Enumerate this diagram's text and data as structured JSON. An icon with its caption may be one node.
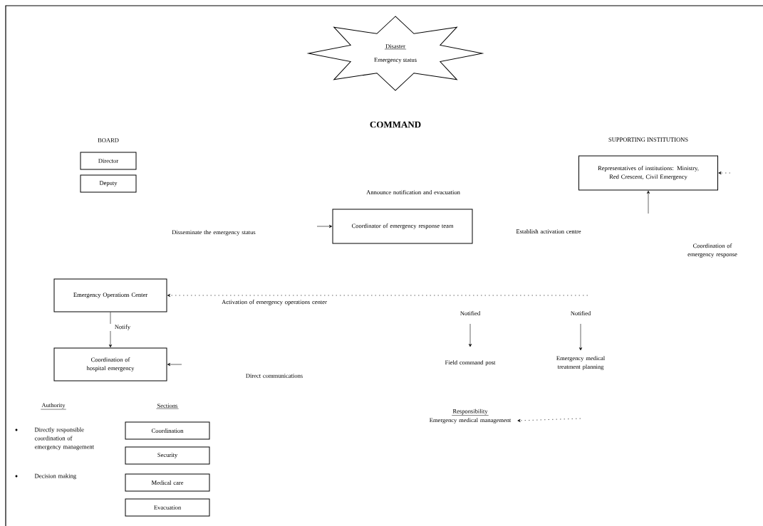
{
  "diagram": {
    "title": "COMMAND",
    "nodes": [
      {
        "text": [
          "Disaster",
          "Emergency status"
        ]
      },
      {
        "text": [
          "Director"
        ]
      },
      {
        "text": [
          "Deputy"
        ]
      },
      {
        "text": [
          "Coordinator of emergency response team"
        ]
      },
      {
        "text": [
          "SUPPORTING INSTITUTIONS",
          "Representatives of institutions: Ministry, Red Crescent, Civil Emergency"
        ]
      },
      {
        "text": [
          "Emergency Operations Center"
        ]
      },
      {
        "text": [
          "Coordination of hospital emergency"
        ]
      },
      {
        "text": [
          "Field command post"
        ]
      },
      {
        "text": [
          "Emergency medical treatment planning"
        ]
      },
      {
        "text": [
          "Responsibility",
          "Emergency medical management"
        ]
      },
      {
        "text": [
          "Coordination"
        ]
      },
      {
        "text": [
          "Security"
        ]
      },
      {
        "text": [
          "Medical care"
        ]
      },
      {
        "text": [
          "Evacuation"
        ]
      }
    ],
    "edges": [
      {
        "from": null,
        "to": 3,
        "arrow": "to"
      },
      {
        "from": null,
        "to": 4,
        "arrow": "to",
        "style": "dashed"
      },
      {
        "from": null,
        "to": 4,
        "arrow": "to"
      },
      {
        "from": null,
        "to": 5,
        "arrow": "to",
        "style": "dashed",
        "label": "Activation of emergency operations center"
      },
      {
        "from": 5,
        "to": 6,
        "arrow": "to",
        "label": "Notify"
      },
      {
        "from": null,
        "to": 6,
        "arrow": "to"
      },
      {
        "from": null,
        "to": 7,
        "arrow": "to",
        "label": "Notified"
      },
      {
        "from": null,
        "to": 8,
        "arrow": "to",
        "label": "Notified"
      },
      {
        "from": null,
        "to": 9,
        "arrow": "to",
        "style": "dashed"
      }
    ],
    "labels": [
      "BOARD",
      "Announce notification and evacuation",
      "Disseminate the emergency status",
      "Establish activation centre",
      "Coordination of emergency response",
      "Direct communications",
      "Authority",
      "Directly responsible coordination of emergency management",
      "Decision making",
      "Sections"
    ]
  }
}
